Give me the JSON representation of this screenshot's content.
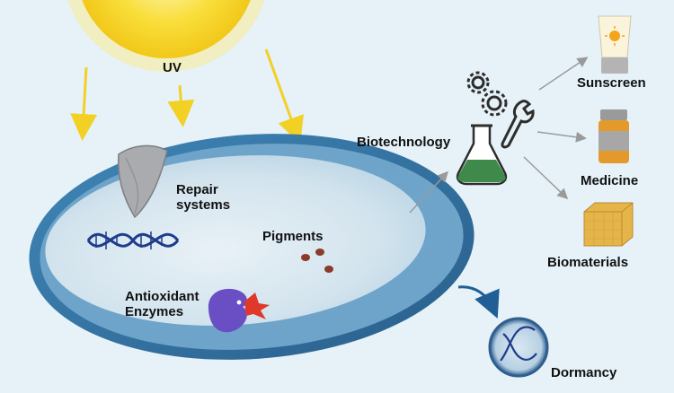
{
  "labels": {
    "uv": "UV",
    "repair_line1": "Repair",
    "repair_line2": "systems",
    "pigments": "Pigments",
    "antioxidant_line1": "Antioxidant",
    "antioxidant_line2": "Enzymes",
    "biotechnology": "Biotechnology",
    "sunscreen": "Sunscreen",
    "medicine": "Medicine",
    "biomaterials": "Biomaterials",
    "dormancy": "Dormancy"
  },
  "colors": {
    "background": "#e6f2f8",
    "sun": "#f7d21e",
    "uv_arrow": "#f2d024",
    "cell_wall": "#2f6f9f",
    "cell_inner": "#dbe9f1",
    "dna": "#1f3c8c",
    "enzyme": "#6a4fc4",
    "enzyme_ligand": "#e0382a",
    "pigment": "#8a3b2a",
    "flask_liquid": "#3f8a4a",
    "medicine_label": "#e39a2a",
    "biomaterial": "#e6b54a"
  },
  "icons": [
    "sun-icon",
    "dna-icon",
    "repair-shield-icon",
    "enzyme-icon",
    "gears-icon",
    "wrench-icon",
    "flask-icon",
    "sunscreen-tube-icon",
    "medicine-bottle-icon",
    "biomaterial-cube-icon",
    "dormant-spore-icon"
  ]
}
